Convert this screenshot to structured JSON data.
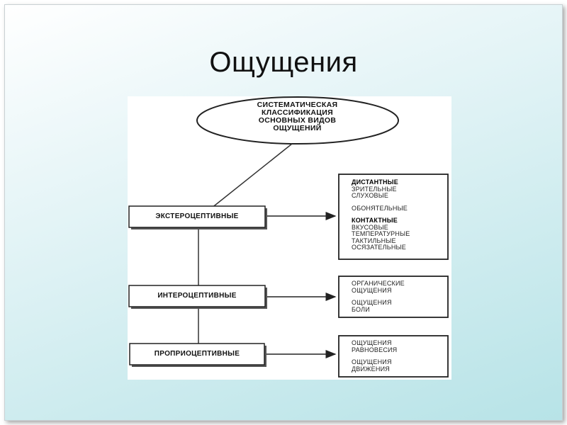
{
  "title": "Ощущения",
  "root": "СИСТЕМАТИЧЕСКАЯ КЛАССИФИКАЦИЯ ОСНОВНЫХ ВИДОВ ОЩУЩЕНИЙ",
  "root_lines": [
    "СИСТЕМАТИЧЕСКАЯ",
    "КЛАССИФИКАЦИЯ",
    "ОСНОВНЫХ ВИДОВ",
    "ОЩУЩЕНИЙ"
  ],
  "categories": [
    {
      "label": "ЭКСТЕРОЦЕПТИВНЫЕ",
      "groups": [
        {
          "head": "ДИСТАНТНЫЕ",
          "items": [
            "ЗРИТЕЛЬНЫЕ",
            "СЛУХОВЫЕ",
            "",
            "ОБОНЯТЕЛЬНЫЕ"
          ]
        },
        {
          "head": "КОНТАКТНЫЕ",
          "items": [
            "ВКУСОВЫЕ",
            "ТЕМПЕРАТУРНЫЕ",
            "ТАКТИЛЬНЫЕ",
            "ОСЯЗАТЕЛЬНЫЕ"
          ]
        }
      ]
    },
    {
      "label": "ИНТЕРОЦЕПТИВНЫЕ",
      "groups": [
        {
          "head": "",
          "items": [
            "ОРГАНИЧЕСКИЕ",
            "ОЩУЩЕНИЯ"
          ]
        },
        {
          "head": "",
          "items": [
            "ОЩУЩЕНИЯ",
            "БОЛИ"
          ]
        }
      ]
    },
    {
      "label": "ПРОПРИОЦЕПТИВНЫЕ",
      "groups": [
        {
          "head": "",
          "items": [
            "ОЩУЩЕНИЯ",
            "РАВНОВЕСИЯ"
          ]
        },
        {
          "head": "",
          "items": [
            "ОЩУЩЕНИЯ",
            "ДВИЖЕНИЯ"
          ]
        }
      ]
    }
  ]
}
